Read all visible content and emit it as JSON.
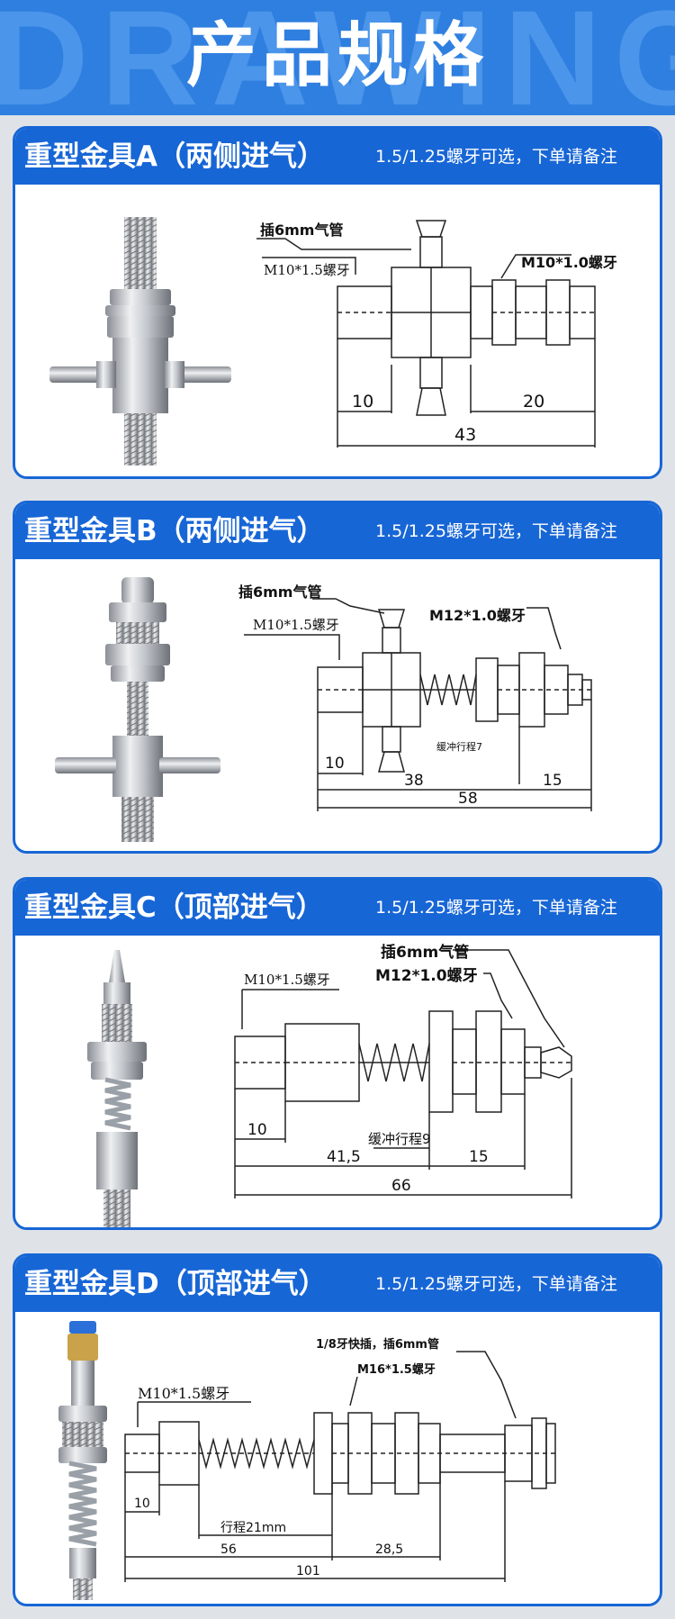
{
  "banner": {
    "title": "产品规格",
    "watermark": "DRAWING",
    "color": "#2f7fe0"
  },
  "accent_color": "#1766d6",
  "cards": [
    {
      "title": "重型金具A（两侧进气）",
      "note": "1.5/1.25螺牙可选，下单请备注",
      "labels": {
        "hose": "插6mm气管",
        "thread_top": "M10*1.0螺牙",
        "thread_bottom": "M10*1.5螺牙"
      },
      "dims": [
        "10",
        "20",
        "43"
      ]
    },
    {
      "title": "重型金具B（两侧进气）",
      "note": "1.5/1.25螺牙可选，下单请备注",
      "labels": {
        "hose": "插6mm气管",
        "thread_top": "M12*1.0螺牙",
        "thread_bottom": "M10*1.5螺牙",
        "stroke": "缓冲行程7"
      },
      "dims": [
        "10",
        "38",
        "15",
        "58"
      ]
    },
    {
      "title": "重型金具C（顶部进气）",
      "note": "1.5/1.25螺牙可选，下单请备注",
      "labels": {
        "hose": "插6mm气管",
        "thread_top": "M12*1.0螺牙",
        "thread_bottom": "M10*1.5螺牙",
        "stroke": "缓冲行程9"
      },
      "dims": [
        "10",
        "41,5",
        "15",
        "66"
      ]
    },
    {
      "title": "重型金具D（顶部进气）",
      "note": "1.5/1.25螺牙可选，下单请备注",
      "labels": {
        "hose": "1/8牙快插，插6mm管",
        "thread_top": "M16*1.5螺牙",
        "thread_bottom": "M10*1.5螺牙",
        "stroke": "行程21mm"
      },
      "dims": [
        "10",
        "56",
        "28,5",
        "101"
      ]
    }
  ]
}
